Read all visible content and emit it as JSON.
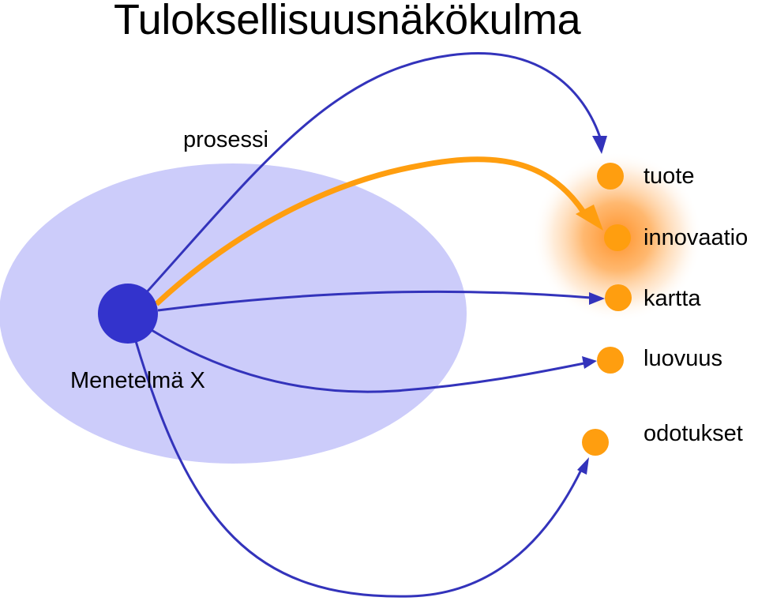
{
  "title": "Tuloksellisuusnäkökulma",
  "labels": {
    "process": "prosessi",
    "method": "Menetelmä X"
  },
  "outcomes": [
    {
      "id": "tuote",
      "label": "tuote",
      "highlighted": false
    },
    {
      "id": "innovaatio",
      "label": "innovaatio",
      "highlighted": true
    },
    {
      "id": "kartta",
      "label": "kartta",
      "highlighted": false
    },
    {
      "id": "luovuus",
      "label": "luovuus",
      "highlighted": false
    },
    {
      "id": "odotukset",
      "label": "odotukset",
      "highlighted": false
    }
  ],
  "colors": {
    "process_area": "#ccccfa",
    "method_node": "#3333cc",
    "arrow": "#3333bb",
    "highlight_arrow": "#ff9e0f",
    "outcome_node": "#ff9e0f",
    "glow": "#ff8a1a",
    "text": "#000000"
  }
}
